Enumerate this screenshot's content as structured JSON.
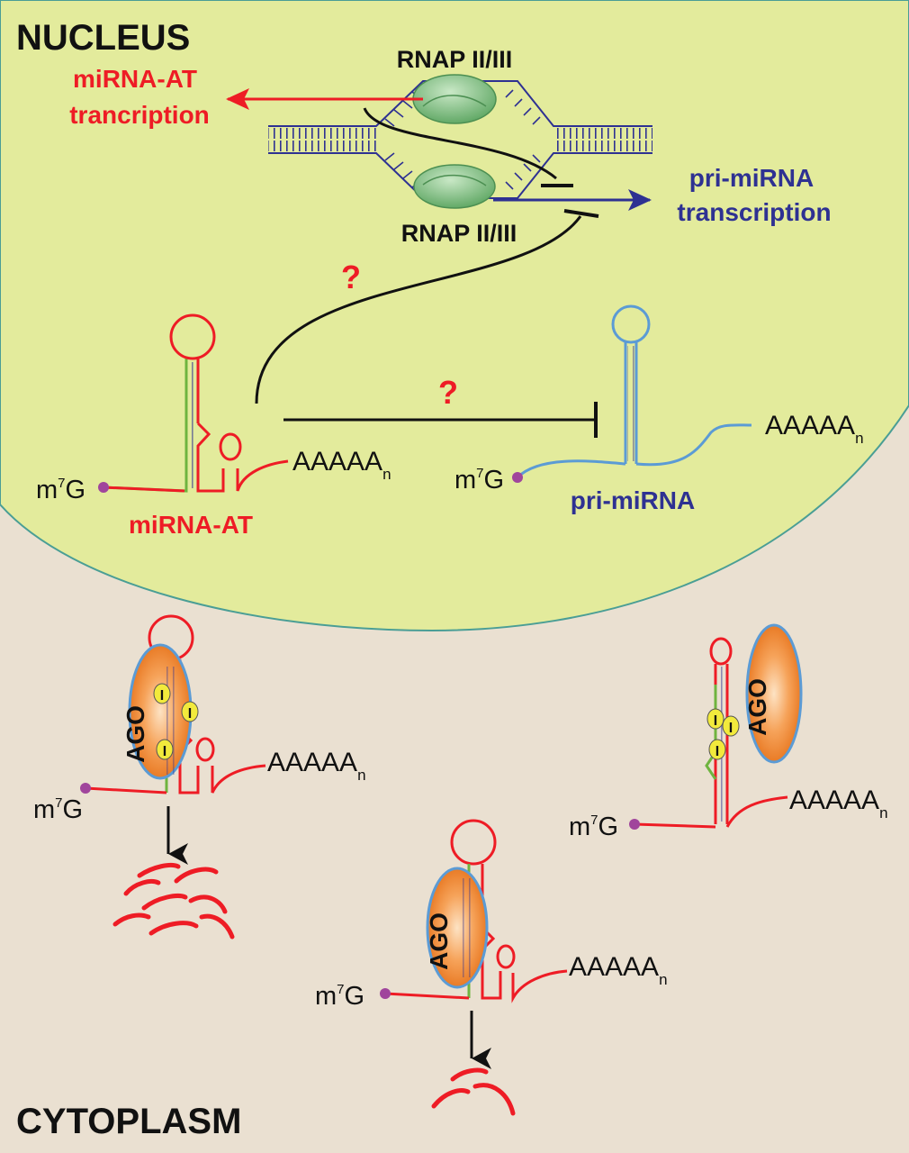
{
  "regions": {
    "nucleus": "NUCLEUS",
    "cytoplasm": "CYTOPLASM"
  },
  "labels": {
    "rnap_top": "RNAP II/III",
    "rnap_bottom": "RNAP II/III",
    "mirna_at_transcription_line1": "miRNA-AT",
    "mirna_at_transcription_line2": "trancription",
    "pri_mirna_transcription_line1": "pri-miRNA",
    "pri_mirna_transcription_line2": "transcription",
    "question_upper": "?",
    "question_lower": "?",
    "mirna_at": "miRNA-AT",
    "pri_mirna": "pri-miRNA",
    "ago": "AGO",
    "m7g_prefix": "m",
    "m7g_sup": "7",
    "m7g_suffix": "G",
    "polya_base": "AAAAA",
    "polya_sub": "n",
    "inhibitor_mark": "I"
  },
  "colors": {
    "nucleus_fill": "#e3eb9c",
    "cytoplasm_fill": "#eae0d1",
    "membrane": "#4a9e95",
    "mirna_at_red": "#ee1c25",
    "pri_mirna_blue": "#2e3192",
    "pri_mirna_strand": "#5b9bd5",
    "seed_green": "#6fb43f",
    "rnap_green": "#6ab870",
    "ago_orange": "#f07f1c",
    "cap_purple": "#a0459c",
    "inhibitor_yellow": "#f2ea3c"
  }
}
